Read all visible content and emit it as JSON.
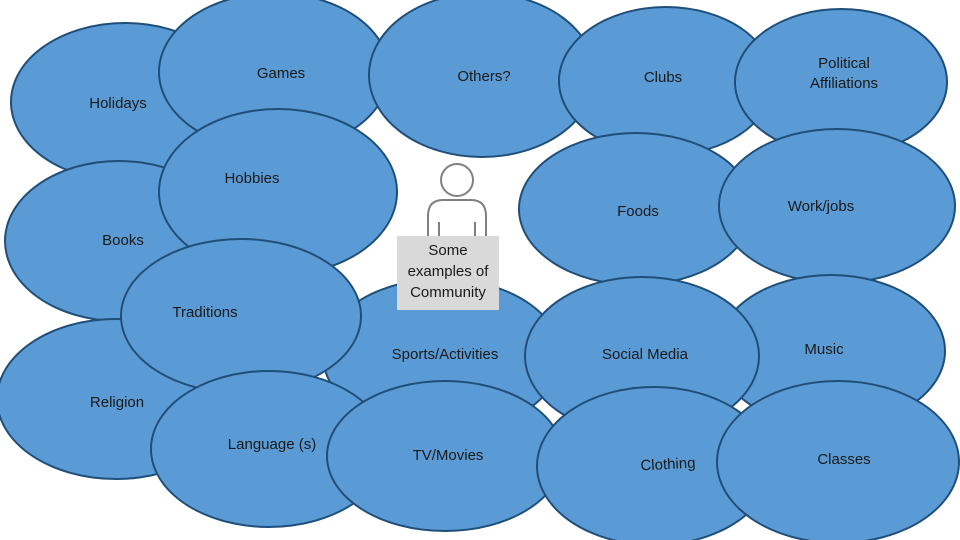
{
  "bubbles": {
    "holidays": "Holidays",
    "games": "Games",
    "others": "Others?",
    "clubs": "Clubs",
    "political": "Political Affiliations",
    "hobbies": "Hobbies",
    "foods": "Foods",
    "work": "Work/jobs",
    "books": "Books",
    "traditions": "Traditions",
    "sports": "Sports/Activities",
    "social_media": "Social Media",
    "music": "Music",
    "religion": "Religion",
    "language": "Language (s)",
    "tv_movies": "TV/Movies",
    "clothing": "Clothing",
    "classes": "Classes"
  },
  "center": {
    "icon": "person-icon",
    "caption": "Some examples of Community"
  },
  "colors": {
    "bubble_fill": "#5b9bd5",
    "bubble_border": "#1f4e79",
    "callout_fill": "#d9d9d9"
  }
}
